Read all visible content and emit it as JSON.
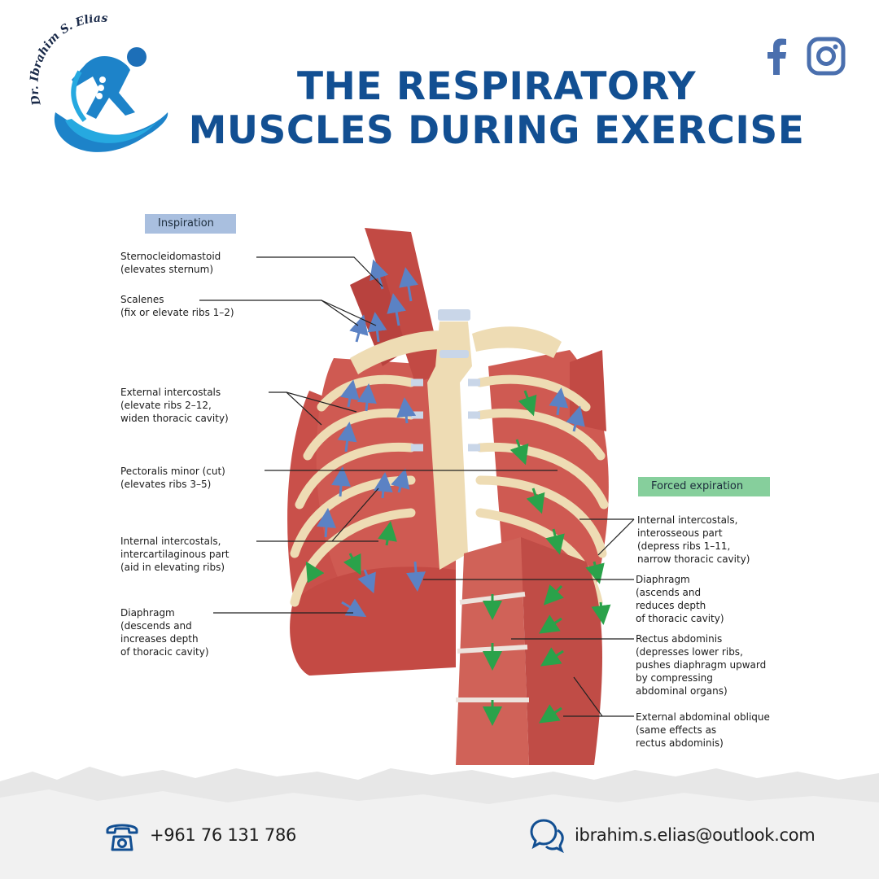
{
  "header": {
    "title_line1": "THE RESPIRATORY",
    "title_line2": "MUSCLES DURING EXERCISE",
    "logo_text": "Dr. Ibrahim S. Elias"
  },
  "social": {
    "facebook_icon": "facebook-icon",
    "instagram_icon": "instagram-icon"
  },
  "sections": {
    "inspiration": "Inspiration",
    "forced_expiration": "Forced expiration"
  },
  "labels_left": [
    {
      "lines": [
        "Sternocleidomastoid",
        "(elevates sternum)"
      ]
    },
    {
      "lines": [
        "Scalenes",
        "(fix or elevate ribs 1–2)"
      ]
    },
    {
      "lines": [
        "External intercostals",
        "(elevate ribs 2–12,",
        "widen thoracic cavity)"
      ]
    },
    {
      "lines": [
        "Pectoralis minor (cut)",
        "(elevates ribs 3–5)"
      ]
    },
    {
      "lines": [
        "Internal intercostals,",
        "intercartilaginous part",
        "(aid in elevating ribs)"
      ]
    },
    {
      "lines": [
        "Diaphragm",
        "(descends and",
        "increases depth",
        "of thoracic cavity)"
      ]
    }
  ],
  "labels_right": [
    {
      "lines": [
        "Internal intercostals,",
        "interosseous part",
        "(depress ribs 1–11,",
        "narrow thoracic cavity)"
      ]
    },
    {
      "lines": [
        "Diaphragm",
        "(ascends and",
        "reduces depth",
        "of thoracic cavity)"
      ]
    },
    {
      "lines": [
        "Rectus abdominis",
        "(depresses lower ribs,",
        "pushes diaphragm upward",
        "by compressing",
        "abdominal organs)"
      ]
    },
    {
      "lines": [
        "External abdominal oblique",
        "(same effects as",
        "rectus abdominis)"
      ]
    }
  ],
  "footer": {
    "phone": "+961 76 131 786",
    "email": "ibrahim.s.elias@outlook.com"
  },
  "colors": {
    "title": "#124f92",
    "muscle": "#c9504a",
    "bone": "#eedcb4",
    "cartilage": "#c9d6e8",
    "arrow_inspiration": "#5b82c4",
    "arrow_expiration": "#2aa24a",
    "inspiration_box": "#a9bfdf",
    "expiration_box": "#86cf9c"
  }
}
